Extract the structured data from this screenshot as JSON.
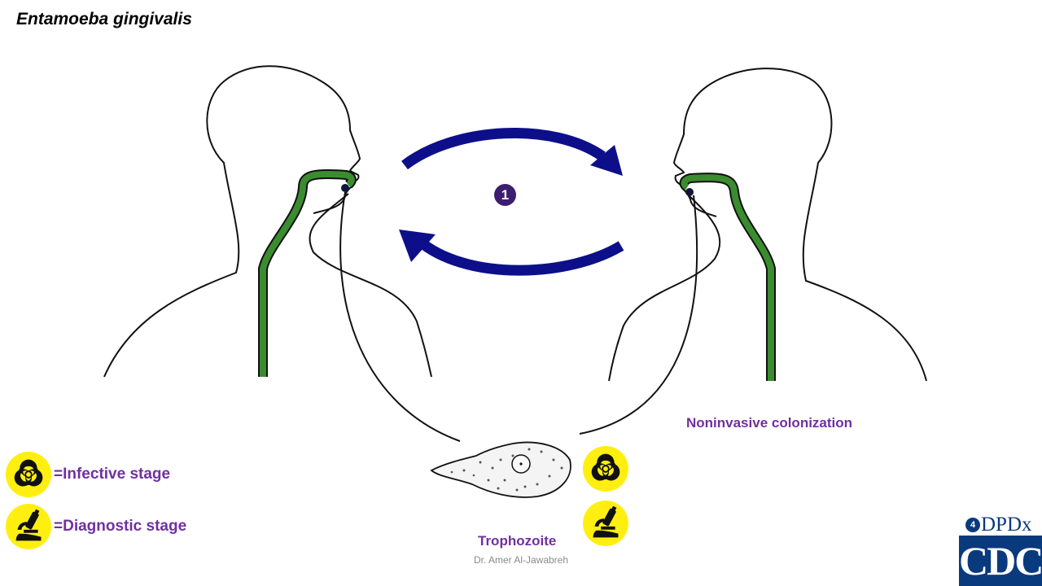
{
  "title": "Entamoeba gingivalis",
  "stage_number": "1",
  "labels": {
    "colonization": "Noninvasive colonization",
    "trophozoite": "Trophozoite",
    "credit": "Dr. Amer Al-Jawabreh"
  },
  "legend": {
    "infective": "=Infective stage",
    "diagnostic": "=Diagnostic stage"
  },
  "logo": {
    "dpdx": "DPDx",
    "cdc": "CDC"
  },
  "icons": {
    "infective": "biohazard-icon",
    "diagnostic": "microscope-icon"
  },
  "colors": {
    "arrow": "#0d0f8a",
    "tract": "#3a8c2f",
    "label": "#7030a0",
    "icon_bg": "#ffef10"
  }
}
